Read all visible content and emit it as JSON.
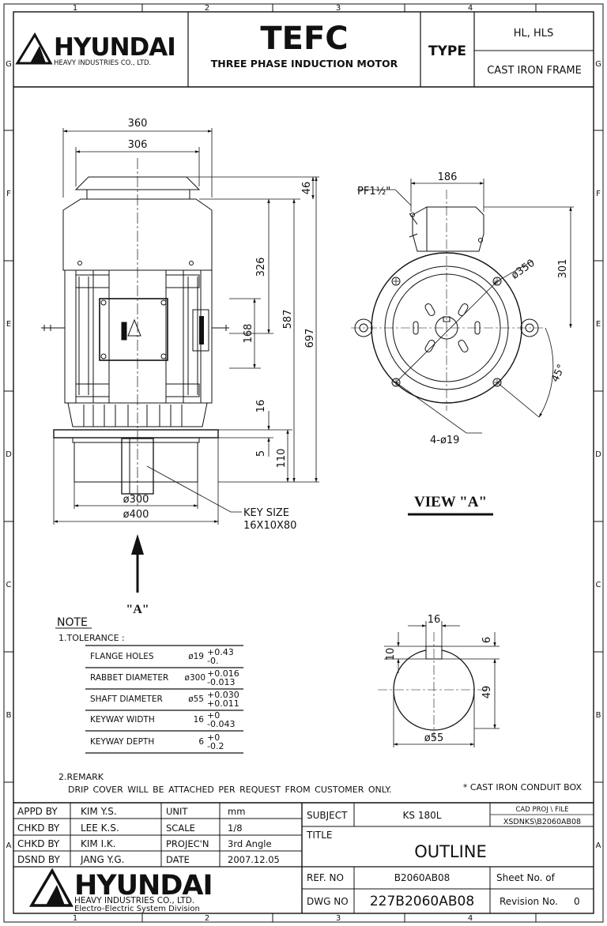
{
  "grid": {
    "cols": [
      "1",
      "2",
      "3",
      "4"
    ],
    "rows": [
      "G",
      "F",
      "E",
      "D",
      "C",
      "B",
      "A"
    ]
  },
  "header": {
    "company": "HYUNDAI",
    "company_sub": "HEAVY INDUSTRIES CO., LTD.",
    "product": "TEFC",
    "product_sub": "THREE PHASE INDUCTION MOTOR",
    "type_label": "TYPE",
    "type_value": "HL, HLS",
    "frame": "CAST IRON FRAME"
  },
  "side_view": {
    "dims": {
      "w360": "360",
      "w306": "306",
      "h46": "46",
      "h326": "326",
      "h587": "587",
      "h697": "697",
      "h168": "168",
      "h16": "16",
      "h5": "5",
      "h110": "110",
      "d300": "ø300",
      "d400": "ø400"
    },
    "key_size_label": "KEY SIZE",
    "key_size_value": "16X10X80",
    "arrow_label": "\"A\""
  },
  "front_view": {
    "dims": {
      "w186": "186",
      "pf": "PF1½\"",
      "d350": "ø350",
      "h301": "301",
      "a45": "45°",
      "holes": "4-ø19"
    },
    "view_label": "VIEW \"A\""
  },
  "shaft_detail": {
    "dims": {
      "w16": "16",
      "h10": "10",
      "h6": "6",
      "h49": "49",
      "d55": "ø55"
    }
  },
  "notes": {
    "title": "NOTE",
    "tolerance_title": "1.TOLERANCE :",
    "tolerances": [
      {
        "name": "FLANGE HOLES",
        "value": "ø19",
        "upper": "+0.43",
        "lower": "-0."
      },
      {
        "name": "RABBET DIAMETER",
        "value": "ø300",
        "upper": "+0.016",
        "lower": "-0.013"
      },
      {
        "name": "SHAFT DIAMETER",
        "value": "ø55",
        "upper": "+0.030",
        "lower": "+0.011"
      },
      {
        "name": "KEYWAY WIDTH",
        "value": "16",
        "upper": "+0",
        "lower": "-0.043"
      },
      {
        "name": "KEYWAY DEPTH",
        "value": "6",
        "upper": "+0",
        "lower": "-0.2"
      }
    ],
    "remark_title": "2.REMARK",
    "remark_text": "DRIP COVER WILL BE ATTACHED PER REQUEST FROM CUSTOMER ONLY.",
    "conduit_note": "* CAST IRON CONDUIT BOX"
  },
  "title_block": {
    "people": [
      {
        "role": "APPD BY",
        "name": "KIM Y.S."
      },
      {
        "role": "CHKD BY",
        "name": "LEE K.S."
      },
      {
        "role": "CHKD BY",
        "name": "KIM I.K."
      },
      {
        "role": "DSND BY",
        "name": "JANG Y.G."
      }
    ],
    "info": [
      {
        "label": "UNIT",
        "value": "mm"
      },
      {
        "label": "SCALE",
        "value": "1/8"
      },
      {
        "label": "PROJEC'N",
        "value": "3rd Angle"
      },
      {
        "label": "DATE",
        "value": "2007.12.05"
      }
    ],
    "subject_label": "SUBJECT",
    "subject_value": "KS 180L",
    "cad_label": "CAD PROJ  \\ FILE",
    "cad_value": "XSDNKS\\B2060AB08",
    "title_label": "TITLE",
    "title_value": "OUTLINE",
    "ref_label": "REF. NO",
    "ref_value": "B2060AB08",
    "sheet_label": "Sheet No.    of",
    "dwg_label": "DWG NO",
    "dwg_value": "227B2060AB08",
    "revision_label": "Revision No.",
    "revision_value": "0",
    "company": "HYUNDAI",
    "company_sub": "HEAVY INDUSTRIES CO., LTD.",
    "division": "Electro-Electric System Division"
  }
}
